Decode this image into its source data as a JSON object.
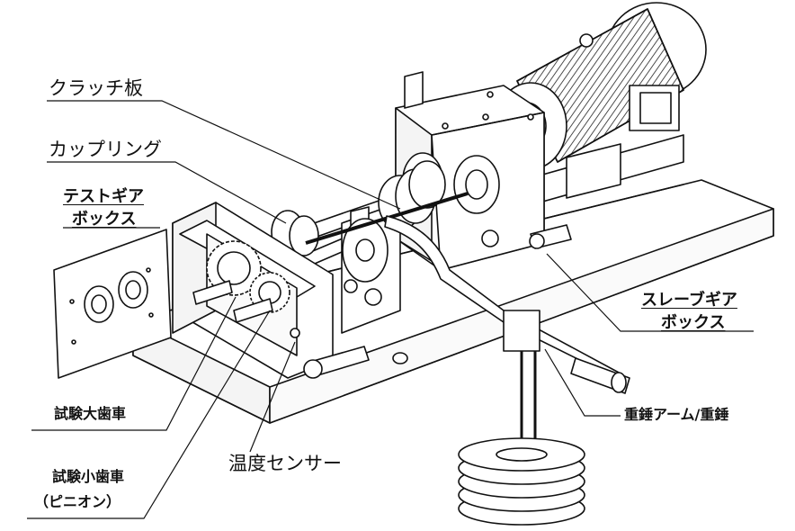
{
  "labels": {
    "clutch_plate": "クラッチ板",
    "coupling": "カップリング",
    "test_gearbox_line1": "テストギア",
    "test_gearbox_line2": "ボックス",
    "slave_gearbox_line1": "スレーブギア",
    "slave_gearbox_line2": "ボックス",
    "test_gear_large": "試験大歯車",
    "test_gear_small_line1": "試験小歯車",
    "test_gear_small_line2": "（ピニオン）",
    "temperature_sensor": "温度センサー",
    "weight_arm": "重錘アーム/重錘"
  }
}
